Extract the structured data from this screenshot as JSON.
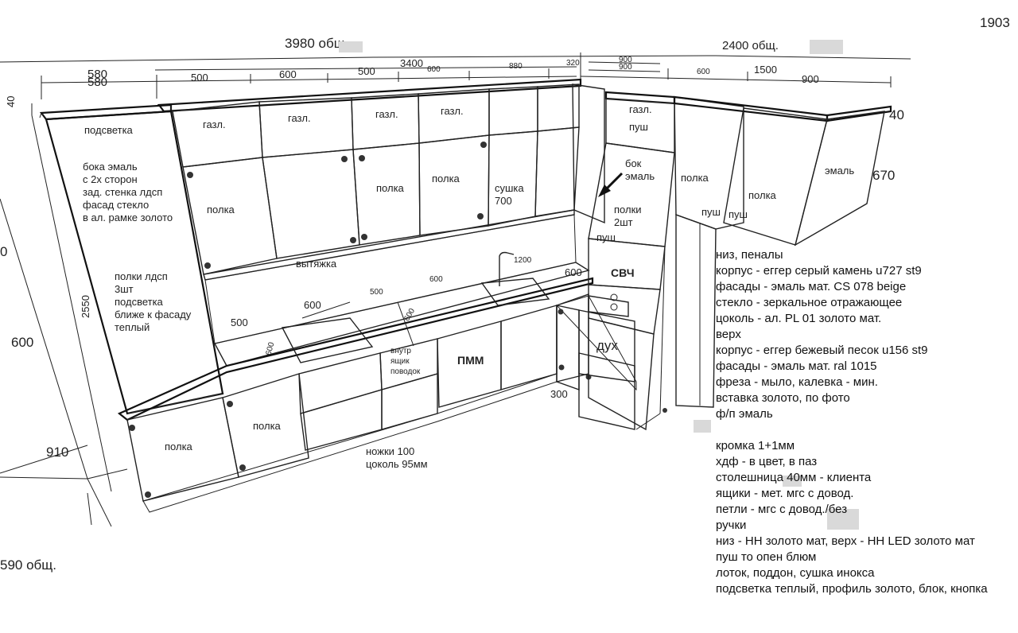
{
  "page_number": "1903",
  "dimensions": {
    "top_total_left": "3980 общ.",
    "top_total_right": "2400 общ.",
    "bottom_total_left": "590 общ.",
    "d580a": "580",
    "d580b": "580",
    "d500a": "500",
    "d600a": "600",
    "d500b": "500",
    "d3400": "3400",
    "d600b": "600",
    "d880": "880",
    "d320": "320",
    "d900a": "900",
    "d900b": "900",
    "d600c": "600",
    "d1500": "1500",
    "d900c": "900",
    "d40left": "40",
    "d40right": "40",
    "d670": "670",
    "left0": "0",
    "left600": "600",
    "left910": "910",
    "d2550": "2550",
    "d1200": "1200",
    "d600d": "600",
    "d600e": "600",
    "d500c": "500",
    "d600f": "600",
    "d500d": "500",
    "d600g": "600",
    "d600h": "600",
    "d300": "300"
  },
  "labels": {
    "podsvetka": "подсветка",
    "pencil_left": [
      "бока эмаль",
      "с 2х сторон",
      "зад. стенка лдсп",
      "фасад стекло",
      "в ал. рамке золото"
    ],
    "pencil_left_shelves": [
      "полки лдсп",
      "3шт",
      "подсветка",
      "ближе к фасаду",
      "теплый"
    ],
    "gazl1": "газл.",
    "gazl2": "газл.",
    "gazl3": "газл.",
    "gazl4": "газл.",
    "gazl5": "газл.",
    "push1": "пуш",
    "polka1": "полка",
    "polka2": "полка",
    "polka3": "полка",
    "polka4": "полка",
    "polka5": "полка",
    "polka_low1": "полка",
    "polka_low2": "полка",
    "sushka": [
      "сушка",
      "700"
    ],
    "vytyazhka": "вытяжка",
    "bok_emal": [
      "бок",
      "эмаль"
    ],
    "polki_2sht": [
      "полки",
      "2шт"
    ],
    "push2": "пуш",
    "push3": "пуш",
    "push4": "пуш",
    "emal": "эмаль",
    "svch": "СВЧ",
    "dukh": "дух",
    "pmm": "ПММ",
    "vnutr": [
      "внутр",
      "ящик",
      "поводок"
    ],
    "nozhki": [
      "ножки 100",
      "цоколь 95мм"
    ]
  },
  "specs": [
    "низ, пеналы",
    "корпус - еггер серый камень u727 st9",
    "фасады - эмаль мат. CS 078 beige",
    "стекло - зеркальное отражающее",
    "цоколь - ал. PL 01 золото мат.",
    "верх",
    "корпус - еггер бежевый песок u156 st9",
    "фасады - эмаль мат. ral 1015",
    "фреза - мыло, калевка - мин.",
    "вставка золото, по фото",
    "ф/п эмаль",
    "",
    "кромка 1+1мм",
    "хдф - в цвет, в паз",
    "столешница 40мм - клиента",
    "ящики - мет. мгс с довод.",
    "петли - мгс с довод./без",
    "ручки",
    "низ - НН золото мат, верх - НН LED золото мат",
    "пуш то опен блюм",
    "лоток, поддон, сушка инокса",
    "подсветка теплый, профиль золото, блок, кнопка"
  ]
}
